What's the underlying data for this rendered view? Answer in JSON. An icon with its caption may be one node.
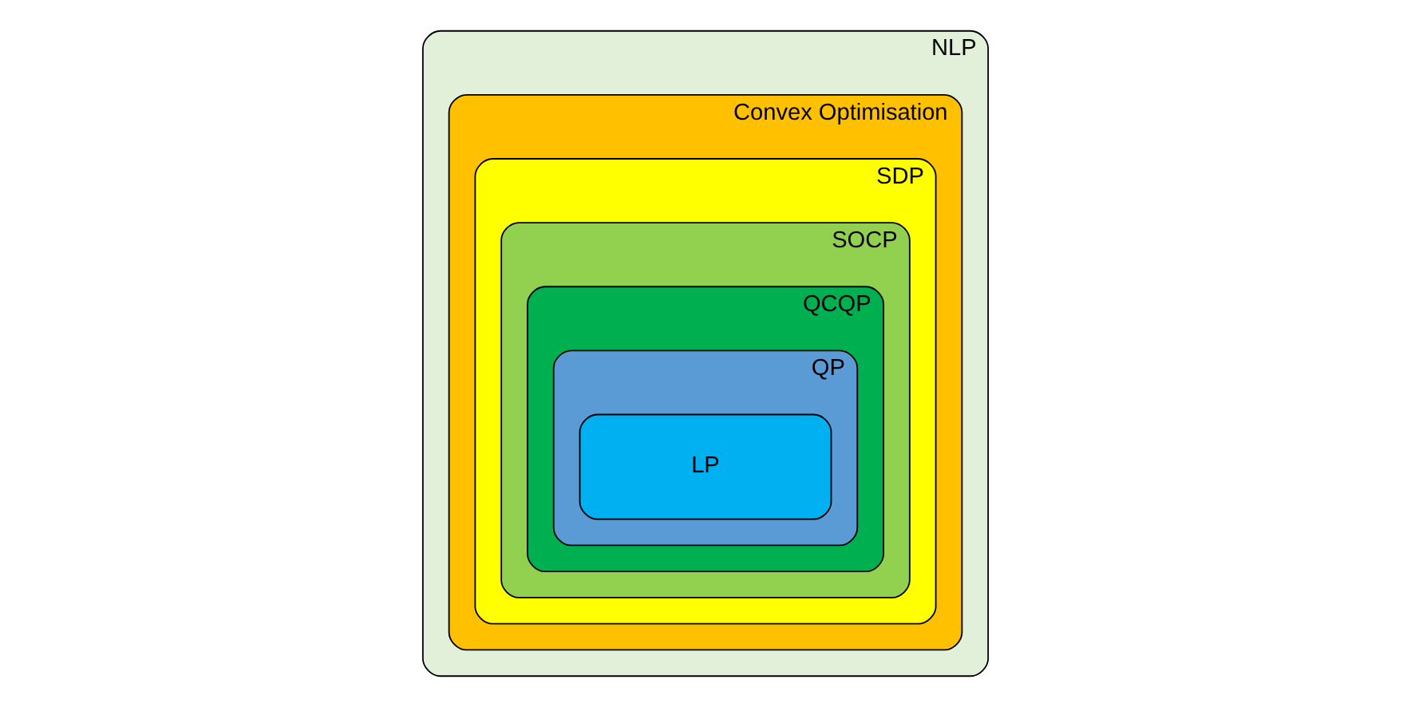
{
  "diagram": {
    "nodes": [
      {
        "text": [
          "NLP"
        ]
      },
      {
        "text": [
          "Convex Optimisation"
        ],
        "in": 0
      },
      {
        "text": [
          "SDP"
        ],
        "in": 1
      },
      {
        "text": [
          "SOCP"
        ],
        "in": 2
      },
      {
        "text": [
          "QCQP"
        ],
        "in": 3
      },
      {
        "text": [
          "QP"
        ],
        "in": 4
      },
      {
        "text": [
          "LP"
        ],
        "in": 5
      }
    ],
    "edges": []
  }
}
